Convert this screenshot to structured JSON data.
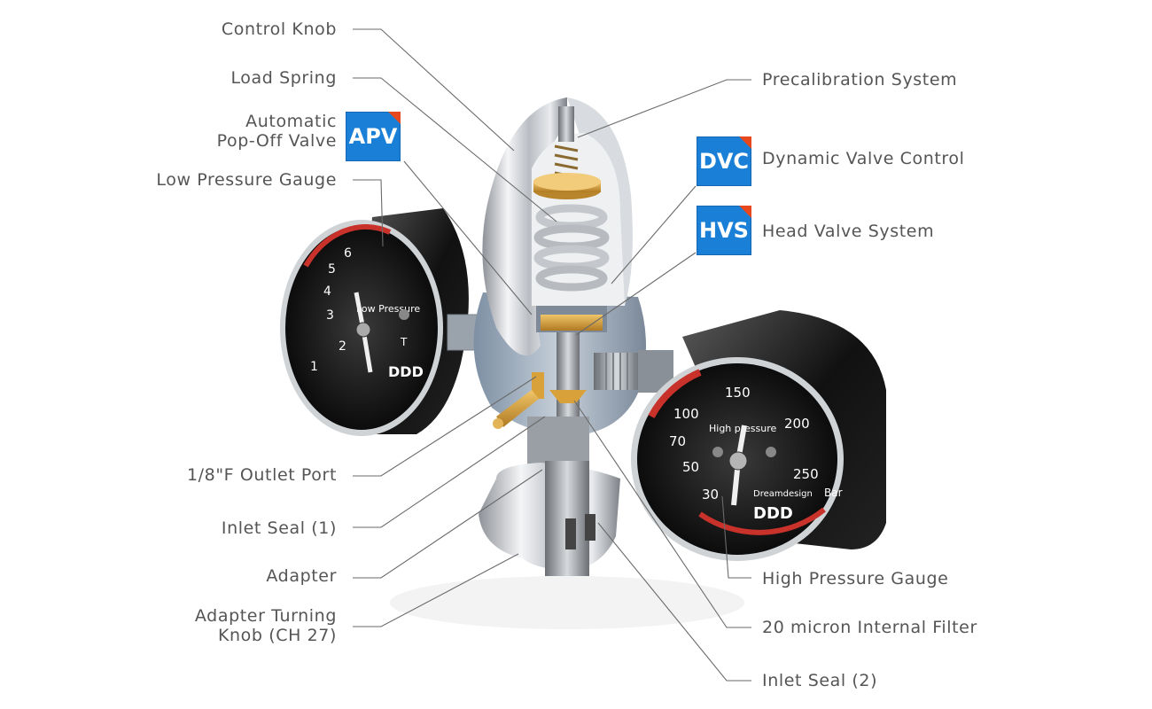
{
  "labels": {
    "control_knob": "Control Knob",
    "load_spring": "Load Spring",
    "apv_line1": "Automatic",
    "apv_line2": "Pop-Off Valve",
    "low_pressure_gauge": "Low Pressure Gauge",
    "outlet_port": "1/8\"F Outlet Port",
    "inlet_seal_1": "Inlet Seal (1)",
    "adapter": "Adapter",
    "adapter_knob_line1": "Adapter Turning",
    "adapter_knob_line2": "Knob (CH 27)",
    "precalibration": "Precalibration System",
    "dvc": "Dynamic Valve Control",
    "hvs": "Head Valve System",
    "high_pressure_gauge": "High Pressure Gauge",
    "filter": "20 micron Internal Filter",
    "inlet_seal_2": "Inlet Seal (2)"
  },
  "badges": {
    "apv": "APV",
    "dvc": "DVC",
    "hvs": "HVS"
  },
  "low_gauge": {
    "ticks": [
      "1",
      "2",
      "3",
      "4",
      "5",
      "6"
    ],
    "title": "Low Pressure",
    "brand": "DDD",
    "unit_mark": "T"
  },
  "high_gauge": {
    "ticks": [
      "30",
      "50",
      "70",
      "100",
      "150",
      "200",
      "250"
    ],
    "title": "High pressure",
    "brand": "DDD",
    "brand_small": "Dreamdesign",
    "unit": "Bar"
  },
  "colors": {
    "badge_blue": "#1a7fd6",
    "badge_corner": "#e8481e",
    "label_text": "#555555",
    "leader_line": "#6a6a6a",
    "brass": "#d9a13a"
  }
}
